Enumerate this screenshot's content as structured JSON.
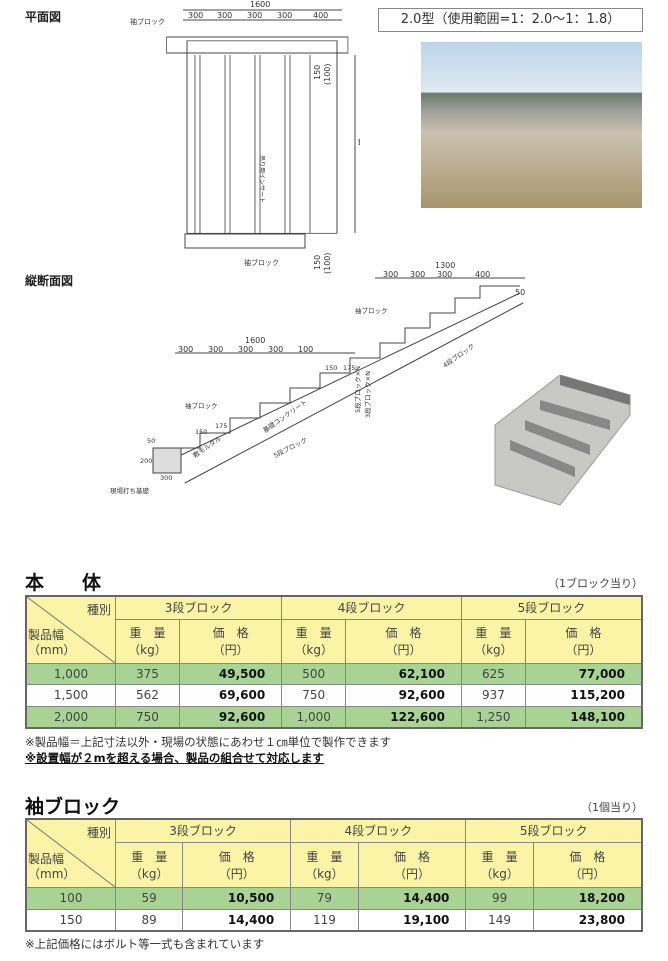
{
  "plan": {
    "title": "平面図",
    "dims": [
      "1600",
      "300",
      "300",
      "300",
      "300",
      "400",
      "150",
      "(100)",
      "150",
      "(100)",
      "B"
    ],
    "labels": {
      "sode_top": "袖ブロック",
      "sode_bottom": "袖ブロック",
      "insert": "吊り用インサート"
    }
  },
  "type_label": "2.0型（使用範囲=1：2.0～1：1.8）",
  "section": {
    "title": "縦断面図",
    "dims_top": [
      "1300",
      "300",
      "300",
      "300",
      "400",
      "50"
    ],
    "dims_mid": [
      "1600",
      "300",
      "300",
      "300",
      "300",
      "100"
    ],
    "labels": [
      "袖ブロック",
      "4段ブロック",
      "袖ブロック",
      "150",
      "175",
      "150",
      "175",
      "5段ブロック×N",
      "3段ブロック×N",
      "敷モルタル",
      "基礎コンクリート",
      "5段ブロック",
      "現場打ち基礎",
      "200",
      "300",
      "50"
    ]
  },
  "main": {
    "title": "本　　体",
    "unit": "（1ブロック当り）",
    "header": {
      "type": "種別",
      "width": "製品幅",
      "width_unit": "（mm）",
      "groups": [
        "3段ブロック",
        "4段ブロック",
        "5段ブロック"
      ],
      "weight": "重　量",
      "weight_unit": "（kg）",
      "price": "価　格",
      "price_unit": "（円）"
    },
    "rows": [
      [
        "1,000",
        "375",
        "49,500",
        "500",
        "62,100",
        "625",
        "77,000"
      ],
      [
        "1,500",
        "562",
        "69,600",
        "750",
        "92,600",
        "937",
        "115,200"
      ],
      [
        "2,000",
        "750",
        "92,600",
        "1,000",
        "122,600",
        "1,250",
        "148,100"
      ]
    ],
    "notes": [
      "※製品幅＝上記寸法以外・現場の状態にあわせ１㎝単位で製作できます",
      "※設置幅が２mを超える場合、製品の組合せて対応します"
    ]
  },
  "sode": {
    "title": "袖ブロック",
    "unit": "（1個当り）",
    "rows": [
      [
        "100",
        "59",
        "10,500",
        "79",
        "14,400",
        "99",
        "18,200"
      ],
      [
        "150",
        "89",
        "14,400",
        "119",
        "19,100",
        "149",
        "23,800"
      ]
    ],
    "notes": [
      "※上記価格にはボルト等一式も含まれています"
    ]
  }
}
